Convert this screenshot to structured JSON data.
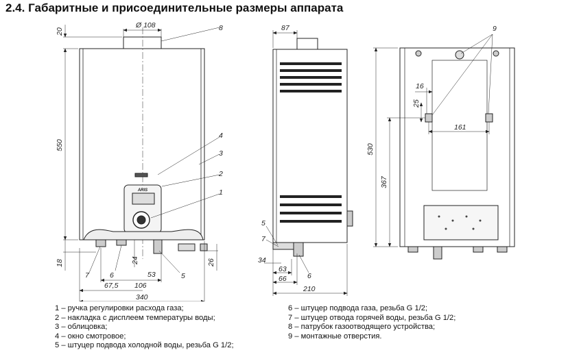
{
  "title": "2.4. Габаритные и присоединительные размеры аппарата",
  "display_brand": "ARIS",
  "dimensions": {
    "front_top": "20",
    "front_dia": "Ø 108",
    "front_height": "550",
    "front_bottom": "18",
    "front_bottom_right": "26",
    "front_d24": "24",
    "front_d53": "53",
    "front_d67": "67,5",
    "front_d106": "106",
    "front_d340": "340",
    "side_top": "87",
    "side_d34": "34",
    "side_d63": "63",
    "side_d66": "66",
    "side_d210": "210",
    "back_d16": "16",
    "back_d25": "25",
    "back_d161": "161",
    "back_d530": "530",
    "back_d367": "367"
  },
  "callouts": {
    "c1": "1",
    "c2": "2",
    "c3": "3",
    "c4": "4",
    "c5": "5",
    "c6": "6",
    "c7": "7",
    "c8": "8",
    "c9": "9",
    "s5": "5",
    "s6": "6",
    "s7": "7"
  },
  "legend_left": [
    "1 – ручка регулировки расхода газа;",
    "2 – накладка с дисплеем температуры воды;",
    "3 – облицовка;",
    "4 – окно смотровое;",
    "5 – штуцер подвода холодной воды, резьба G 1/2;"
  ],
  "legend_right": [
    "6 – штуцер подвода газа, резьба G 1/2;",
    "7 – штуцер отвода горячей воды, резьба G 1/2;",
    "8 – патрубок газоотводящего устройства;",
    "9 – монтажные отверстия."
  ]
}
